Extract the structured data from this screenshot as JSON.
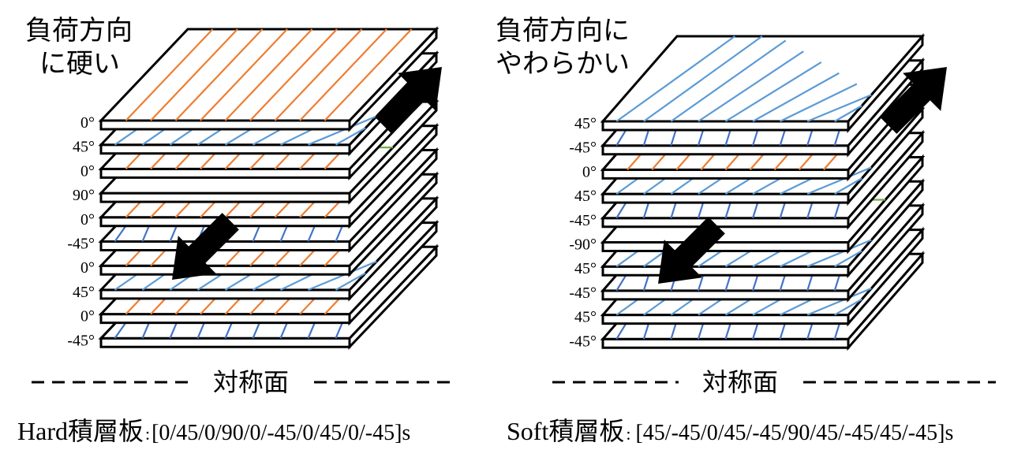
{
  "colors": {
    "0": "#ee7d31",
    "45": "#5b9bd5",
    "-45": "#4472c4",
    "90": "#70ad47",
    "-90": "#70ad47",
    "outline": "#000000",
    "arrow": "#000000"
  },
  "laminates": [
    {
      "id": "hard",
      "title_lines": [
        "負荷方向",
        "に硬い"
      ],
      "plies": [
        "0°",
        "45°",
        "0°",
        "90°",
        "0°",
        "-45°",
        "0°",
        "45°",
        "0°",
        "-45°"
      ],
      "symmetry_label": "対称面",
      "caption": {
        "name": "Hard積層板",
        "sep": ":",
        "layup": "[0/45/0/90/0/-45/0/45/0/-45]s"
      }
    },
    {
      "id": "soft",
      "title_lines": [
        "負荷方向に",
        "やわらかい"
      ],
      "plies": [
        "45°",
        "-45°",
        "0°",
        "45°",
        "-45°",
        "-90°",
        "45°",
        "-45°",
        "45°",
        "-45°"
      ],
      "symmetry_label": "対称面",
      "caption": {
        "name": "Soft積層板",
        "sep": ":",
        "layup": "[45/-45/0/45/-45/90/45/-45/45/-45]s"
      }
    }
  ]
}
